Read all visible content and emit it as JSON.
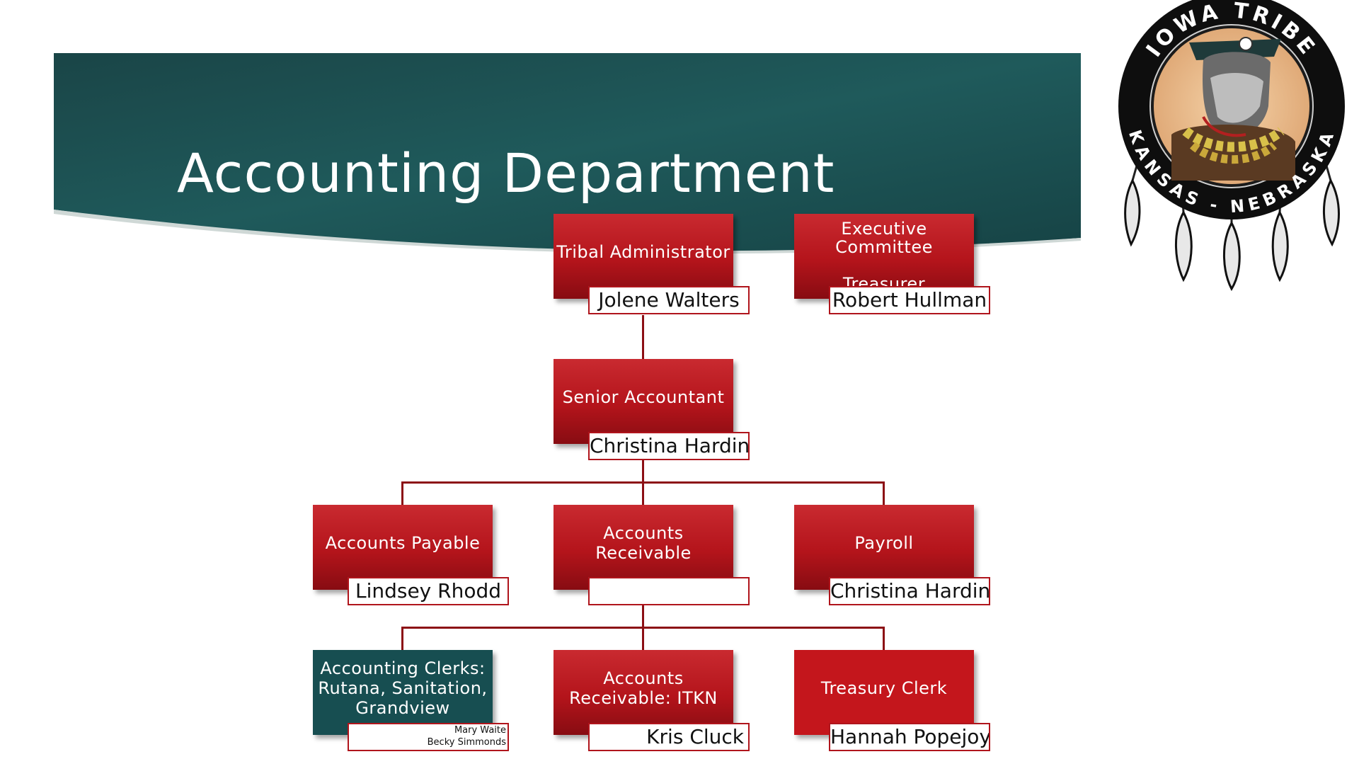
{
  "title": "Accounting Department",
  "logo": {
    "top_text": "IOWA TRIBE",
    "bottom_text": "KANSAS - NEBRASKA"
  },
  "colors": {
    "banner": "#1b4d50",
    "box_red": "#b4141b",
    "box_teal": "#174e51",
    "connector": "#8c0f15"
  },
  "boxes": {
    "tribal_admin": {
      "title": "Tribal Administrator",
      "name": "Jolene Walters"
    },
    "exec_committee": {
      "title": "Executive\nCommittee\n\nTreasurer",
      "name": "Robert Hullman"
    },
    "senior_accountant": {
      "title": "Senior Accountant",
      "name": "Christina Hardin"
    },
    "accounts_payable": {
      "title": "Accounts Payable",
      "name": "Lindsey Rhodd"
    },
    "accounts_receivable": {
      "title": "Accounts\nReceivable",
      "name": ""
    },
    "payroll": {
      "title": "Payroll",
      "name": "Christina Hardin"
    },
    "accounting_clerks": {
      "title": "Accounting Clerks:\nRutana, Sanitation,\nGrandview",
      "name": "Mary Waite\nBecky Simmonds"
    },
    "ar_itkn": {
      "title": "Accounts\nReceivable: ITKN",
      "name": "Kris Cluck"
    },
    "treasury_clerk": {
      "title": "Treasury Clerk",
      "name": "Hannah Popejoy"
    }
  }
}
